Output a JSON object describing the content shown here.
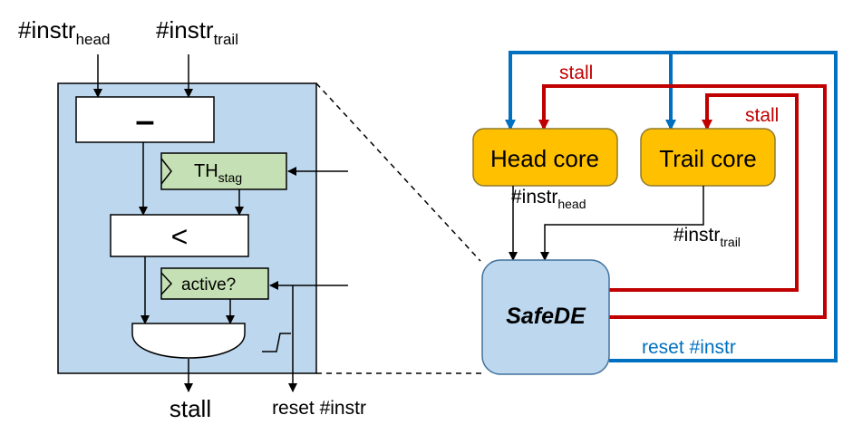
{
  "left_block": {
    "input_head": {
      "base": "#instr",
      "sub": "head"
    },
    "input_trail": {
      "base": "#instr",
      "sub": "trail"
    },
    "subtract_op": "–",
    "threshold": {
      "base": "TH",
      "sub": "stag"
    },
    "compare_op": "<",
    "active_register": "active?",
    "out_stall": "stall",
    "out_reset": "reset #instr"
  },
  "right_block": {
    "head_core": "Head core",
    "trail_core": "Trail core",
    "safede": "SafeDE",
    "stall_label_1": "stall",
    "stall_label_2": "stall",
    "head_instr": {
      "base": "#instr",
      "sub": "head"
    },
    "trail_instr": {
      "base": "#instr",
      "sub": "trail"
    },
    "reset_label": "reset #instr"
  },
  "colors": {
    "panel_fill": "#BDD7EE",
    "core_fill": "#FFC000",
    "core_stroke": "#8F7A2E",
    "register_fill": "#C5E0B4",
    "red_wire": "#C00000",
    "blue_wire": "#0070C0"
  }
}
